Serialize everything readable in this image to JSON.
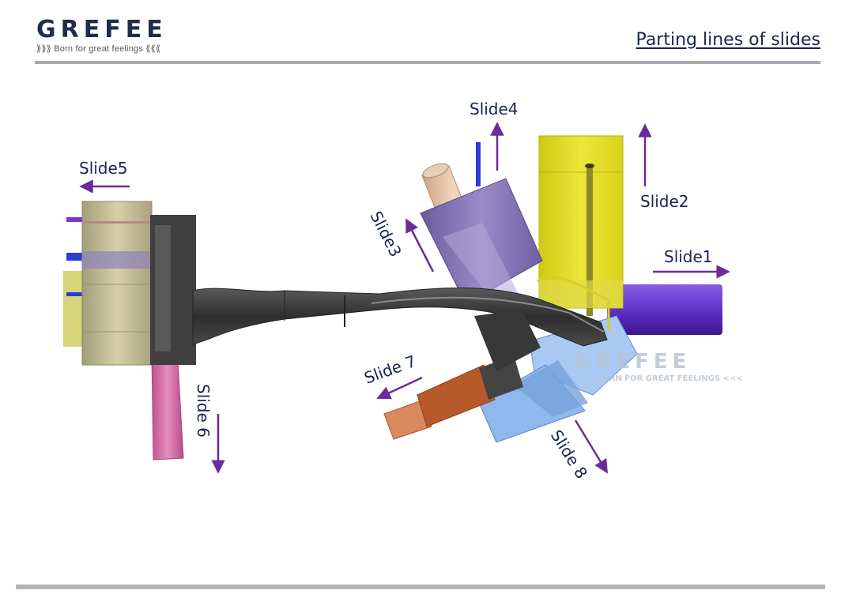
{
  "header": {
    "logo": {
      "wordmark": "GREFEE",
      "tagline": "⟫⟫⟫ Born for great feelings ⟪⟪⟪"
    },
    "title": "Parting lines of slides"
  },
  "watermark": {
    "wordmark": "GREFEE",
    "tagline": ">>> BORN FOR GREAT FEELINGS <<<"
  },
  "slides": [
    {
      "id": "slide1",
      "label": "Slide1",
      "direction": "right"
    },
    {
      "id": "slide2",
      "label": "Slide2",
      "direction": "up"
    },
    {
      "id": "slide3",
      "label": "Slide3",
      "direction": "up-left"
    },
    {
      "id": "slide4",
      "label": "Slide4",
      "direction": "up"
    },
    {
      "id": "slide5",
      "label": "Slide5",
      "direction": "left"
    },
    {
      "id": "slide6",
      "label": "Slide 6",
      "direction": "down"
    },
    {
      "id": "slide7",
      "label": "Slide 7",
      "direction": "down-left"
    },
    {
      "id": "slide8",
      "label": "Slide 8",
      "direction": "down-right"
    }
  ],
  "colors": {
    "arrow": "#6a2c9c",
    "label": "#1a2450",
    "slide1": "#6a34c9",
    "slide2": "#e4df1c",
    "slide3": "#7f6fb3",
    "slide4": "#e6c3a4",
    "slide5": "#cbc39a",
    "slide6": "#d774ad",
    "slide7": "#bf5b2c",
    "slide8": "#8fb8ee",
    "part": "#3d3d3d"
  }
}
